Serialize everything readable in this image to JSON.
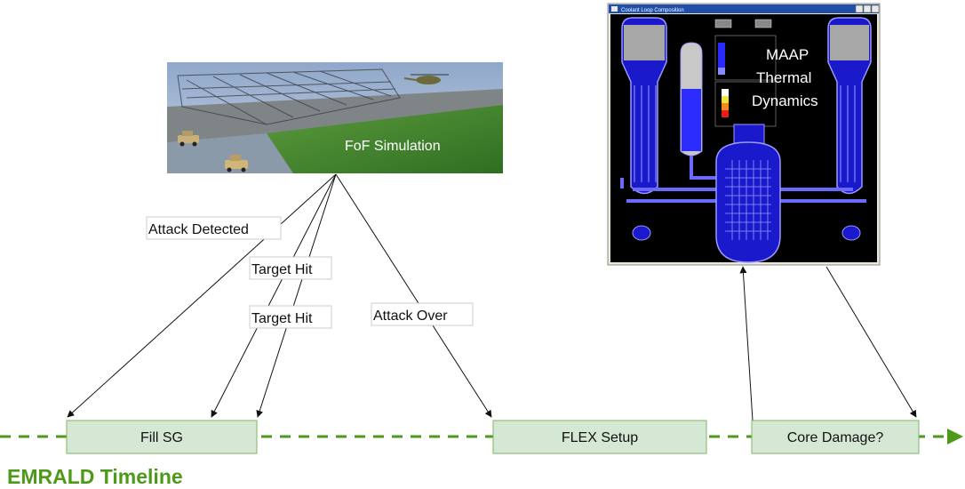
{
  "fof": {
    "caption": "FoF Simulation"
  },
  "maap": {
    "window_title": "Coolant Loop Composition",
    "caption_line1": "MAAP",
    "caption_line2": "Thermal",
    "caption_line3": "Dynamics"
  },
  "edges": {
    "attack_detected": "Attack Detected",
    "target_hit_1": "Target Hit",
    "target_hit_2": "Target Hit",
    "attack_over": "Attack Over"
  },
  "timeline": {
    "title": "EMRALD Timeline",
    "color": "#4d9a19",
    "box_fill": "#d5e8d4",
    "box_stroke": "#82b366",
    "events": [
      {
        "label": "Fill SG"
      },
      {
        "label": "FLEX Setup"
      },
      {
        "label": "Core Damage?"
      }
    ]
  },
  "colors": {
    "arrow": "#111111",
    "terrain_green": "#3f8a2e",
    "reactor_blue": "#2222dd",
    "reactor_bg": "#000000"
  }
}
